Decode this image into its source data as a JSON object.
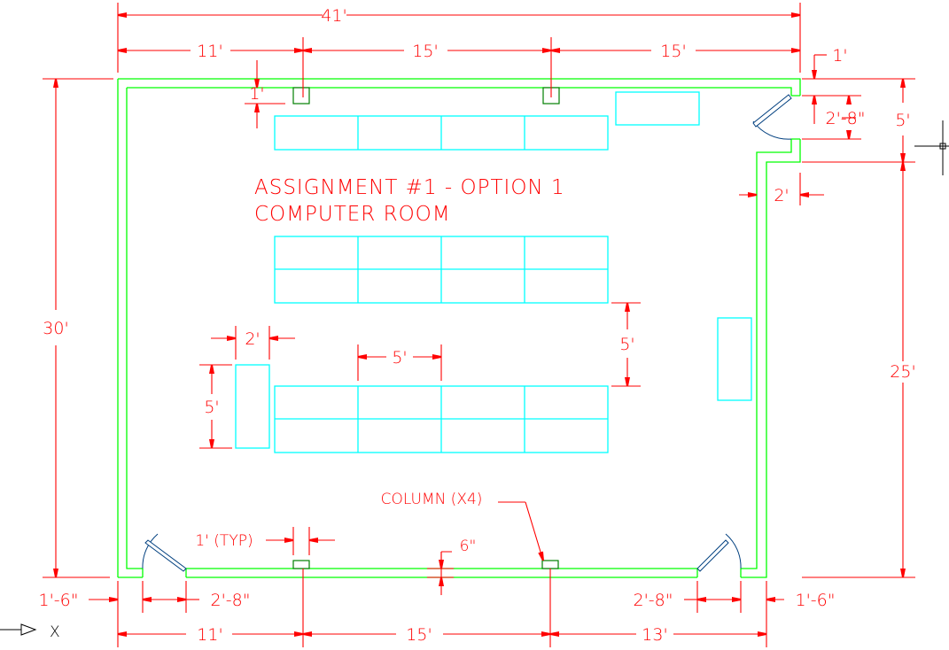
{
  "drawing": {
    "title_line1": "ASSIGNMENT #1 - OPTION 1",
    "title_line2": "COMPUTER ROOM",
    "colors": {
      "wall": "#00ff00",
      "column": "#007f00",
      "furniture": "#00ffff",
      "dimension": "#ff0000",
      "door": "#003f7f",
      "background": "#ffffff"
    },
    "top_dimensions": {
      "overall": "41'",
      "segments": [
        "11'",
        "15'",
        "15'"
      ]
    },
    "bottom_dimensions": {
      "segments": [
        "11'",
        "15'",
        "13'"
      ],
      "left_wall_to_door": "1'-6\"",
      "left_door_width": "2'-8\"",
      "right_door_width": "2'-8\"",
      "right_door_to_wall": "1'-6\""
    },
    "left_dimensions": {
      "overall_height": "30'"
    },
    "right_dimensions": {
      "wall_to_door": "1'",
      "door_width": "2'-8\"",
      "jog_height": "5'",
      "lower_height": "25'",
      "jog_depth": "2'"
    },
    "interior_dimensions": {
      "column_offset": "1'",
      "desk_width": "5'",
      "row_spacing": "5'",
      "side_table_width": "2'",
      "side_table_length": "5'",
      "column_size_note": "1' (TYP)",
      "wall_thickness": "6\""
    },
    "annotations": {
      "column_callout": "COLUMN (X4)"
    },
    "ucs_axis_label": "X"
  }
}
